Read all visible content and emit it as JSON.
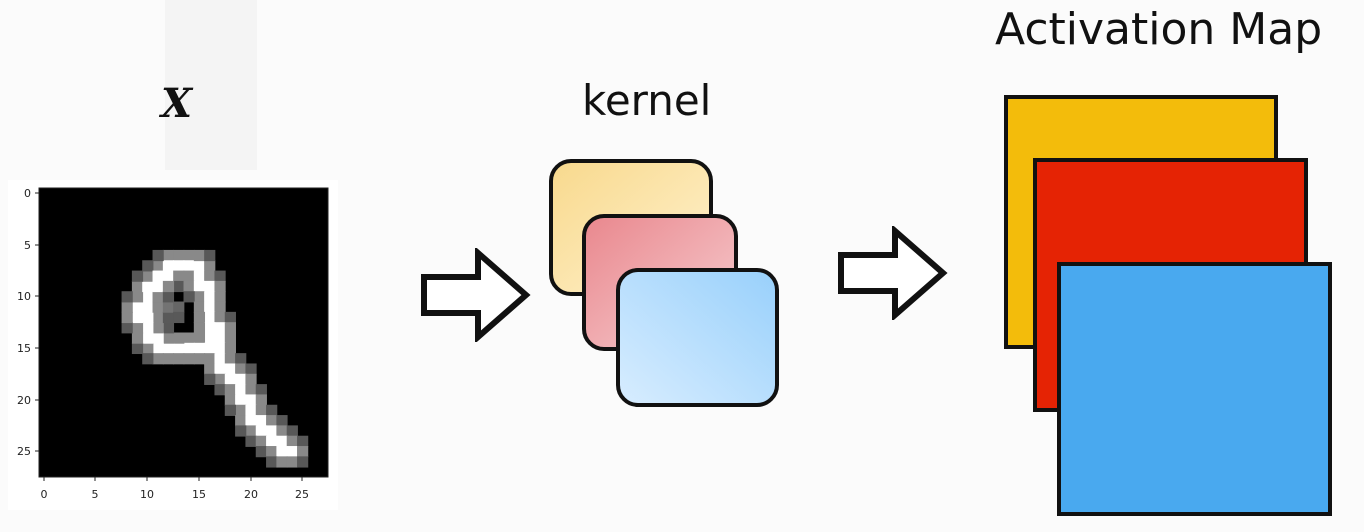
{
  "labels": {
    "input": "X",
    "kernel": "kernel",
    "activation": "Activation Map"
  },
  "mnist_plot": {
    "x_ticks": [
      "0",
      "5",
      "10",
      "15",
      "20",
      "25"
    ],
    "y_ticks": [
      "0",
      "5",
      "10",
      "15",
      "20",
      "25"
    ],
    "image_size": 28,
    "digit": "9"
  },
  "kernels": [
    {
      "name": "yellow",
      "color_start": "#f8d98d",
      "color_end": "#fff2cf"
    },
    {
      "name": "red",
      "color_start": "#e9878d",
      "color_end": "#f7d0d3"
    },
    {
      "name": "blue",
      "color_start": "#98d0fb",
      "color_end": "#d8edff"
    }
  ],
  "activation_maps": [
    {
      "name": "yellow",
      "color": "#f3bc0b"
    },
    {
      "name": "red",
      "color": "#e52304"
    },
    {
      "name": "blue",
      "color": "#49a9ef"
    }
  ]
}
